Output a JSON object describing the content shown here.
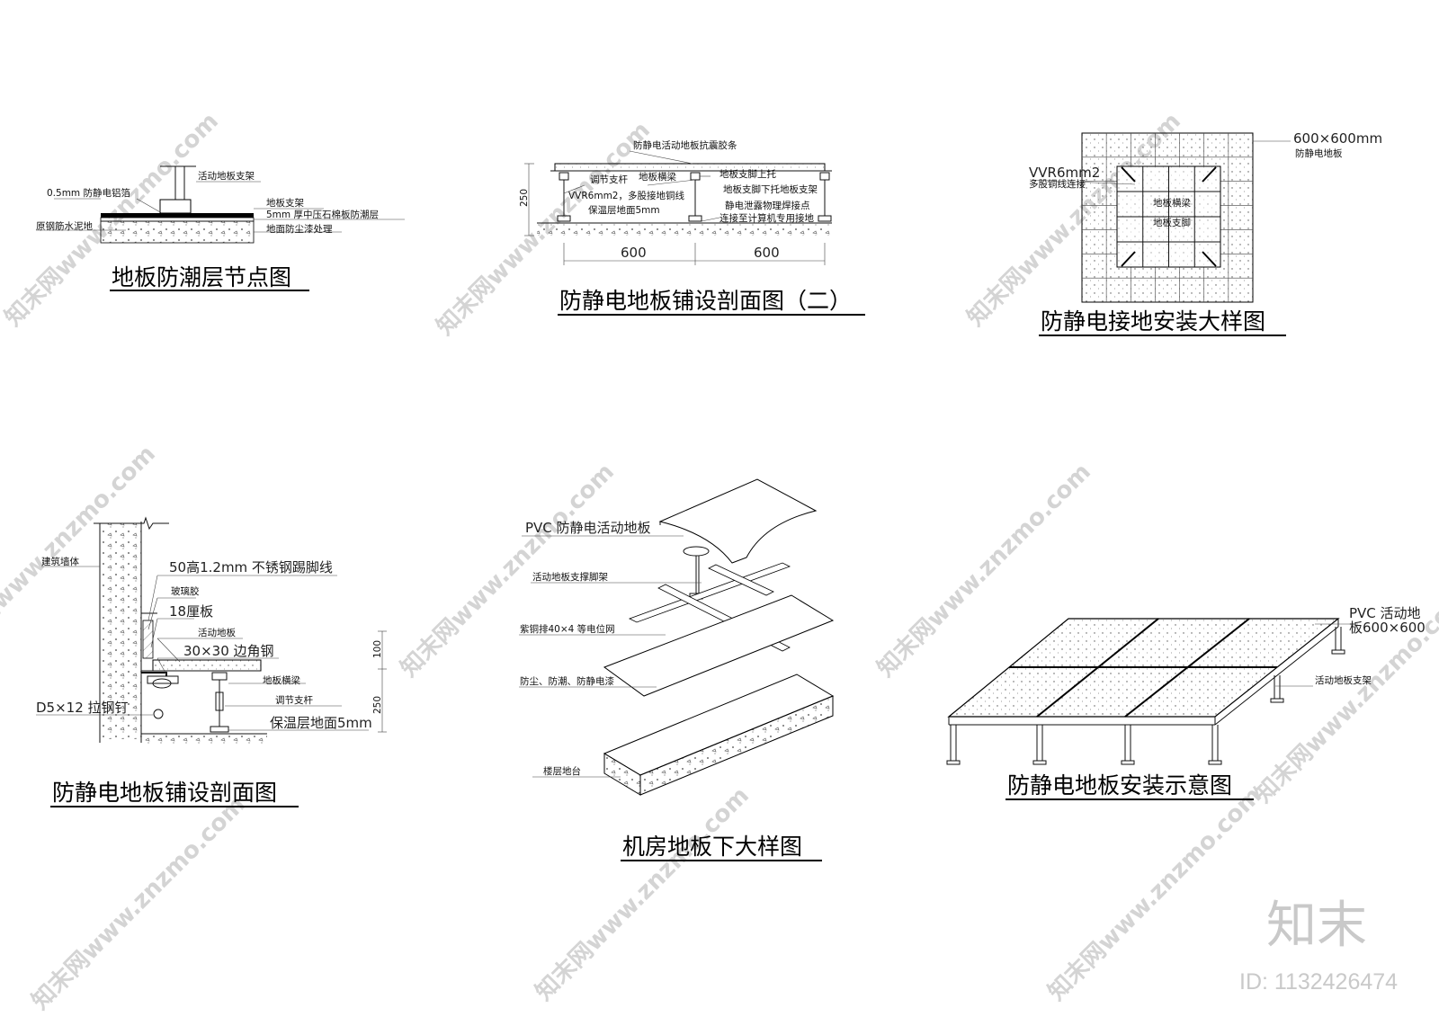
{
  "watermark": {
    "text": "知末网www.znzmo.com",
    "logo": "知末",
    "id_label": "ID: 1132426474"
  },
  "detail_moisture": {
    "title": "地板防潮层节点图",
    "labels": {
      "foil": "0.5mm 防静电铝箔",
      "support_top": "活动地板支架",
      "support": "地板支架",
      "board": "5mm 厚中压石棉板防潮层",
      "base": "原钢筋水泥地",
      "dustproof": "地面防尘漆处理"
    }
  },
  "section_two": {
    "title": "防静电地板铺设剖面图（二）",
    "labels": {
      "strip": "防静电活动地板抗震胶条",
      "rod": "调节支杆",
      "beam": "地板横梁",
      "foot_top": "地板支脚上托",
      "wire": "VVR6mm2，多股接地铜线",
      "foot_bottom": "地板支脚下托地板支架",
      "insulation": "保温层地面5mm",
      "conductor": "静电泄露物理焊接点",
      "ground": "连接至计算机专用接地"
    },
    "dims": {
      "height": "250",
      "span_left": "600",
      "span_right": "600"
    }
  },
  "grounding": {
    "title": "防静电接地安装大样图",
    "labels": {
      "panel_size": "600×600mm",
      "panel": "防静电地板",
      "wire": "VVR6mm2",
      "wire_desc": "多股铜线连接",
      "beam": "地板横梁",
      "foot": "地板支脚"
    }
  },
  "section_one": {
    "title": "防静电地板铺设剖面图",
    "labels": {
      "wall": "建筑墙体",
      "skirting": "50高1.2mm 不锈钢踢脚线",
      "glue": "玻璃胶",
      "board18": "18厘板",
      "floor": "活动地板",
      "angle": "30×30 边角钢",
      "beam": "地板横梁",
      "rod": "调节支杆",
      "bolt": "D5×12 拉钢钉",
      "insulation": "保温层地面5mm"
    },
    "dims": {
      "upper": "100",
      "total": "250"
    }
  },
  "exploded": {
    "title": "机房地板下大样图",
    "labels": {
      "panel": "PVC 防静电活动地板",
      "support": "活动地板支撑脚架",
      "copper": "紫铜排40×4 等电位网",
      "coating": "防尘、防潮、防静电漆",
      "slab": "楼层地台"
    }
  },
  "install": {
    "title": "防静电地板安装示意图",
    "labels": {
      "panel": "PVC 活动地",
      "panel_size": "板600×600",
      "support": "活动地板支架"
    }
  }
}
